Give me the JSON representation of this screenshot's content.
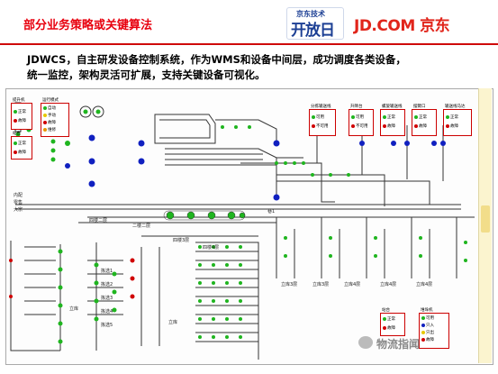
{
  "header": {
    "title": "部分业务策略或关键算法",
    "logo_top": "京东技术",
    "logo_big": "开放日",
    "jd_logo": "JD.COM 京东"
  },
  "description": {
    "line1": "JDWCS，自主研发设备控制系统，作为WMS和设备中间层，成功调度各类设备，",
    "line2": "统一监控，架构灵活可扩展，支持关键设备可视化。"
  },
  "watermark": "物流指闻",
  "diagram": {
    "legend_lift": {
      "title": "提升机",
      "items": [
        "正常",
        "故障"
      ]
    },
    "legend_station": {
      "title": "站台",
      "items": [
        "正常",
        "故障"
      ]
    },
    "legend_run": {
      "title": "运行模式",
      "items": [
        "自动",
        "手动",
        "故障",
        "维修"
      ]
    },
    "legend_sort": {
      "title": "分拣输送线",
      "items": [
        "可用",
        "不可用"
      ]
    },
    "legend_lift2": {
      "title": "升降台",
      "items": [
        "可用",
        "不可用"
      ]
    },
    "legend_spiral": {
      "title": "螺旋输送线",
      "items": [
        "正常",
        "故障"
      ]
    },
    "legend_door": {
      "title": "摆臂口",
      "items": [
        "正常",
        "故障"
      ]
    },
    "legend_conv": {
      "title": "输送线马达",
      "items": [
        "正常",
        "故障"
      ]
    },
    "legend_station2": {
      "title": "站台",
      "items": [
        "正常",
        "故障"
      ]
    },
    "legend_stack": {
      "title": "堆垛机",
      "items": [
        "可用",
        "只入",
        "只出",
        "故障"
      ]
    },
    "labels": {
      "inbound": "内配",
      "retail": "零售",
      "bulk": "大宗",
      "l2_a": "四楼二层",
      "l2_b": "二楼二层",
      "l3": "四楼3层",
      "l4": "四楼4层",
      "l_left": "立库",
      "l_right": "立库",
      "shelf_a": "立库3层",
      "shelf_b": "立库3层",
      "shelf_c": "立库4层",
      "shelf_d": "立库4层",
      "shelf_e": "立库4层",
      "pick_a": "拣选1",
      "pick_b": "拣选2",
      "pick_c": "拣选3",
      "pick_d": "拣选4",
      "pick_e": "拣选5",
      "bay": "巷1"
    }
  },
  "colors": {
    "accent": "#cf0a0a",
    "ok": "#1fb51f",
    "fault": "#d00000",
    "idle": "#1020c0",
    "track": "#333333"
  }
}
